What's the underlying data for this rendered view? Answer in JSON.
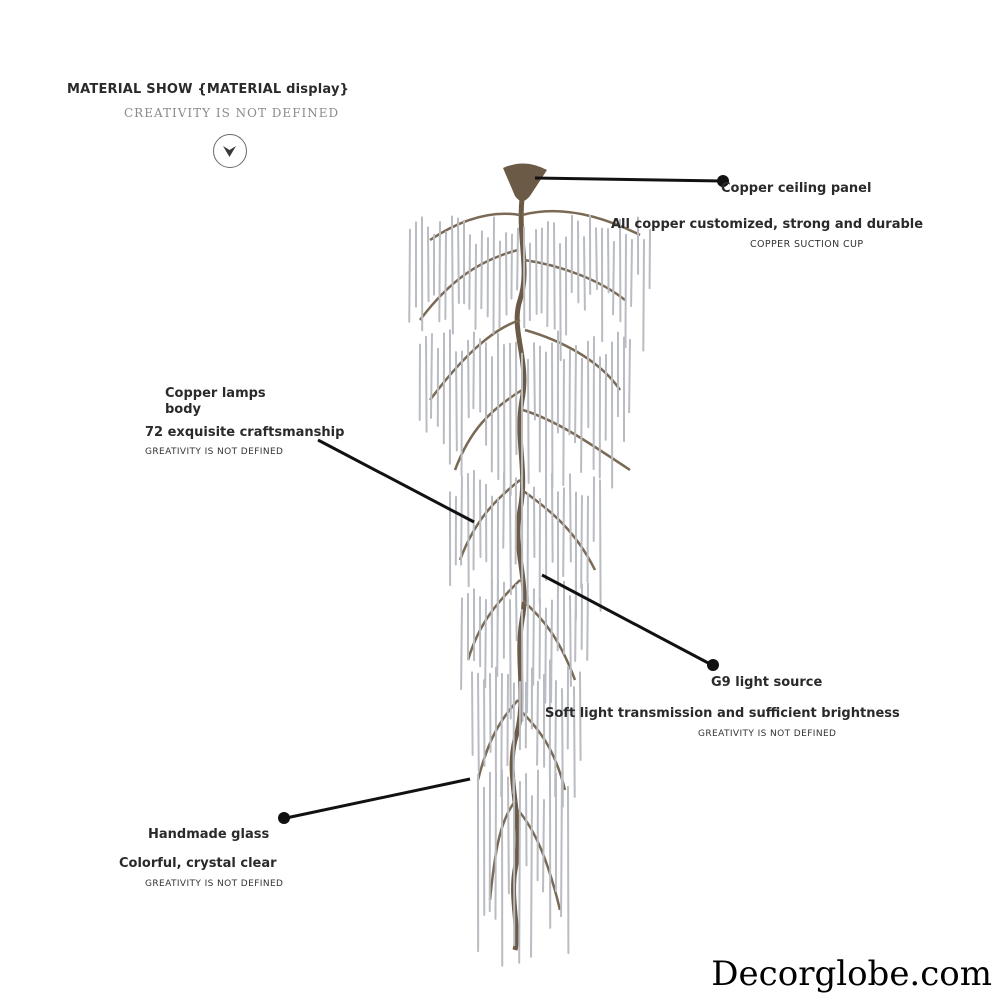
{
  "header": {
    "title": "MATERIAL SHOW {MATERIAL display}",
    "subtitle": "CREATIVITY IS NOT DEFINED"
  },
  "callouts": {
    "ceiling": {
      "title": "Copper ceiling panel",
      "line1": "All copper customized, strong and durable",
      "line2": "Copper suction cup"
    },
    "lamp_body": {
      "title_l1": "Copper lamps",
      "title_l2": "body",
      "line1": "72 exquisite craftsmanship",
      "line2": "GREATIVITY IS NOT DEFINED"
    },
    "light_source": {
      "title": "G9 light source",
      "line1": "Soft light transmission and sufficient brightness",
      "line2": "GREATIVITY IS NOT DEFINED"
    },
    "glass": {
      "title": "Handmade glass",
      "line1": "Colorful, crystal clear",
      "line2": "GREATIVITY IS NOT DEFINED"
    }
  },
  "brand": "Decorglobe.com",
  "colors": {
    "copper": "#6b5a45",
    "crystal": "#b9bcc2",
    "leader": "#111111"
  },
  "icons": {
    "scroll": "chevron-down-circle-icon"
  }
}
